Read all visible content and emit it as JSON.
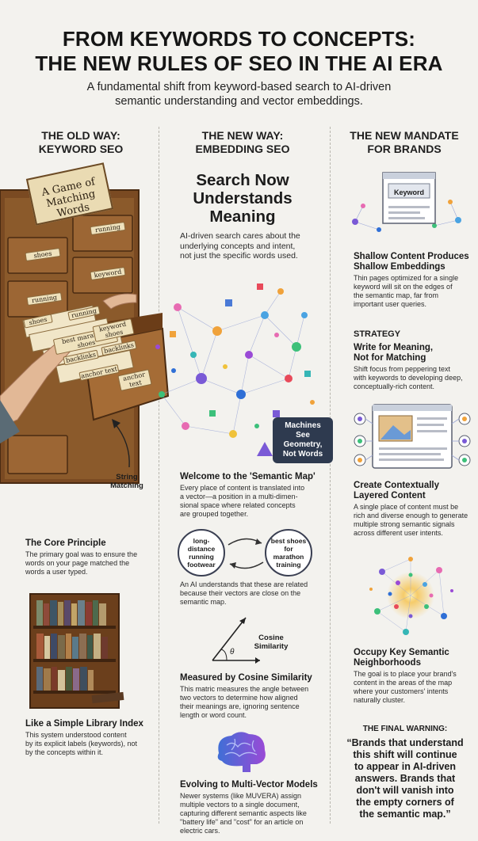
{
  "header": {
    "title_line1": "FROM KEYWORDS TO CONCEPTS:",
    "title_line2": "THE NEW RULES OF SEO IN THE AI ERA",
    "subtitle_line1": "A fundamental shift from keyword-based search to AI-driven",
    "subtitle_line2": "semantic understanding and vector embeddings."
  },
  "columns": {
    "old": {
      "line1": "THE OLD WAY:",
      "line2": "KEYWORD SEO"
    },
    "new": {
      "line1": "THE NEW WAY:",
      "line2": "EMBEDDING SEO"
    },
    "mandate": {
      "line1": "THE NEW MANDATE",
      "line2": "FOR BRANDS"
    }
  },
  "old_way": {
    "cabinet_sign_line1": "A Game of",
    "cabinet_sign_line2": "Matching Words",
    "drawer_labels": [
      "shoes",
      "running",
      "keyword",
      "running"
    ],
    "card_labels": [
      "shoes",
      "running",
      "best marathon shoes",
      "keyword shoes",
      "backlinks",
      "backlinks",
      "anchor text",
      "anchor text"
    ],
    "string_matching_line1": "String",
    "string_matching_line2": "Matching",
    "core_title": "The Core Principle",
    "core_text": [
      "The primary goal was to ensure the",
      "words on your page matched the",
      "words a user typed."
    ],
    "library_title": "Like a Simple Library Index",
    "library_text": [
      "This system understood content",
      "by its explicit labels (keywords), not",
      "by the concepts within it."
    ]
  },
  "new_way": {
    "big_line1": "Search Now",
    "big_line2": "Understands",
    "big_line3": "Meaning",
    "intro": [
      "AI-driven search cares about the",
      "underlying concepts and intent,",
      "not just the specific words used."
    ],
    "machines_line1": "Machines See",
    "machines_line2": "Geometry,",
    "machines_line3": "Not Words",
    "map_title": "Welcome to the 'Semantic Map'",
    "map_text": [
      "Every place of content is translated into",
      "a vector—a position in a multi-dimen-",
      "sional space where related concepts",
      "are grouped together."
    ],
    "circle_left": "long-distance running footwear",
    "circle_right": "best shoes for marathon training",
    "related_text": [
      "An AI understands that these are related",
      "because their vectors are close on the",
      "semantic map."
    ],
    "cosine_line1": "Cosine",
    "cosine_line2": "Similarity",
    "theta": "θ",
    "cosine_title": "Measured by Cosine Similarity",
    "cosine_text": [
      "This matric measures the angle between",
      "two vectors to determine how aligned",
      "their meanings are, ignoring sentence",
      "length or word count."
    ],
    "multi_title": "Evolving to Multi-Vector Models",
    "multi_text": [
      "Newer systems (like MUVERA) assign",
      "multiple vectors to a single document,",
      "capturing different semantic aspects like",
      "\"battery life\" and \"cost\" for an article on",
      "electric cars."
    ]
  },
  "mandate": {
    "keyword_label": "Keyword",
    "shallow_title_line1": "Shallow Content Produces",
    "shallow_title_line2": "Shallow Embeddings",
    "shallow_text": [
      "Thin pages optimized for a single",
      "keyword will sit on the edges of",
      "the semantic map, far from",
      "important user queries."
    ],
    "strategy_label": "STRATEGY",
    "write_title_line1": "Write for Meaning,",
    "write_title_line2": "Not for Matching",
    "write_text": [
      "Shift focus from peppering text",
      "with keywords to developing deep,",
      "conceptually-rich content."
    ],
    "layer_title_line1": "Create Contextually",
    "layer_title_line2": "Layered Content",
    "layer_text": [
      "A single place of content must be",
      "rich and diverse enough to generate",
      "multiple strong semantic signals",
      "across different user intents."
    ],
    "occupy_title_line1": "Occupy Key Semantic",
    "occupy_title_line2": "Neighborhoods",
    "occupy_text": [
      "The goal is to place your brand's",
      "content in the areas of the map",
      "where your customers' intents",
      "naturally cluster."
    ],
    "warning_label": "THE FINAL WARNING:",
    "quote": [
      "“Brands that understand",
      "this shift will continue",
      "to appear in AI-driven",
      "answers. Brands that",
      "don't will vanish into",
      "the empty corners of",
      "the semantic map.”"
    ]
  },
  "colors": {
    "background": "#f3f2ee",
    "wood": "#8b5a2b",
    "navy": "#2e3a4f",
    "accent_blue": "#2f6fd6"
  }
}
